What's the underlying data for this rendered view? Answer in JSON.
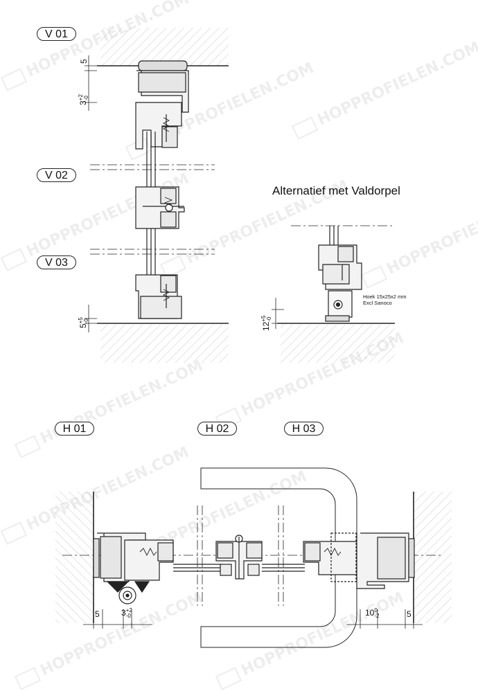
{
  "section_labels": {
    "v01": "V 01",
    "v02": "V 02",
    "v03": "V 03",
    "h01": "H 01",
    "h02": "H 02",
    "h03": "H 03"
  },
  "alternative_title": "Alternatief met Valdorpel",
  "note_line1": "Hoek 15x25x2 mm",
  "note_line2": "Excl Sanoco",
  "dimensions": {
    "top_gap": "5",
    "upper_tol": "3",
    "upper_tol_sup": "+2",
    "upper_tol_sub": "-0",
    "bottom_gap": "5",
    "bottom_tol_sup": "+5",
    "bottom_tol_sub": "-0",
    "alt_gap": "12",
    "alt_tol_sup": "+5",
    "alt_tol_sub": "-0",
    "h_left": "5",
    "h_left_tol": "3",
    "h_left_tol_sup": "+2",
    "h_left_tol_sub": "-0",
    "h_right_tol": "10",
    "h_right_tol_sup": "0",
    "h_right_tol_sub": "-2",
    "h_right": "5"
  },
  "watermark": "HOPPROFIELEN.COM"
}
